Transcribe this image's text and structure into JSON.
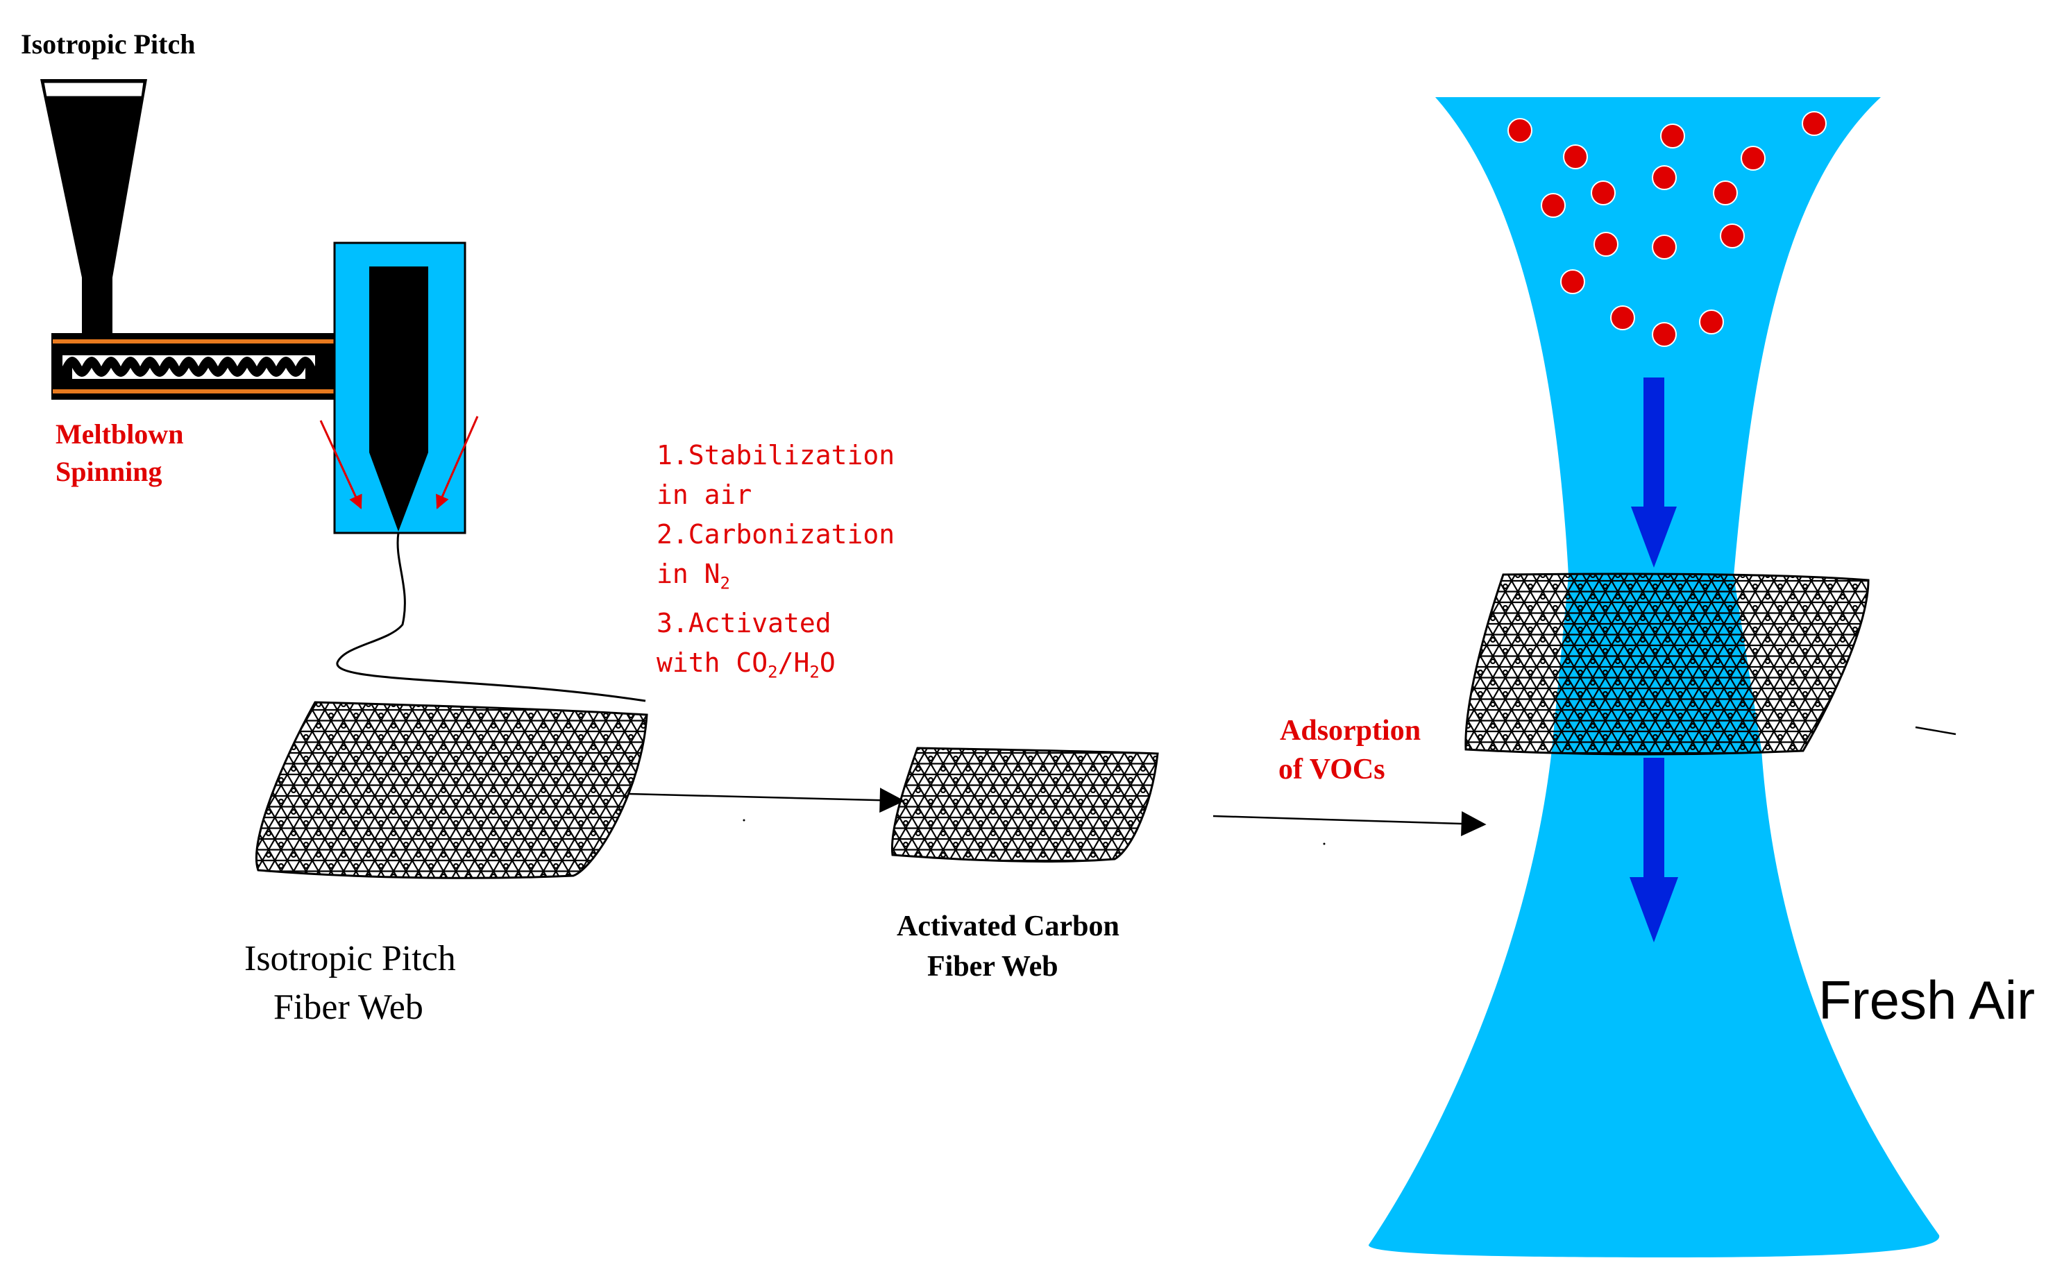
{
  "labels": {
    "isotropic_pitch": "Isotropic Pitch",
    "meltblown": "Meltblown",
    "spinning": "Spinning",
    "pitch_web_line1": "Isotropic Pitch",
    "pitch_web_line2": "Fiber Web",
    "acf_web_line1": "Activated Carbon",
    "acf_web_line2": "Fiber Web",
    "adsorption_line1": "Adsorption",
    "adsorption_line2": "of VOCs",
    "fresh_air": "Fresh Air"
  },
  "process_steps": {
    "s1_a": "1.Stabilization",
    "s1_b": "in air",
    "s2_a": "2.Carbonization",
    "s2_b_pre": "in N",
    "s2_b_sub": "2",
    "s3_a": "3.Activated",
    "s3_b_pre": "with CO",
    "s3_b_sub1": "2",
    "s3_b_mid": "/H",
    "s3_b_sub2": "2",
    "s3_b_post": "O"
  },
  "colors": {
    "air_stream": "#00BFFF",
    "voc_particles": "#E00000",
    "flow_arrows": "#0022DD",
    "red_text": "#E00000",
    "orange_lines": "#E87A1E"
  }
}
